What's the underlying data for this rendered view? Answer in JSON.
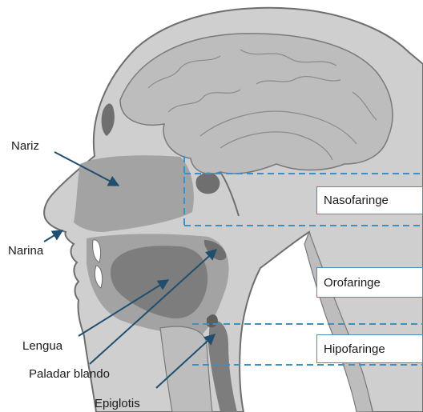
{
  "labels": {
    "nariz": "Nariz",
    "narina": "Narina",
    "lengua": "Lengua",
    "paladar_blando": "Paladar blando",
    "epiglotis": "Epiglotis"
  },
  "regions": {
    "nasofaringe": "Nasofaringe",
    "orofaringe": "Orofaringe",
    "hipofaringe": "Hipofaringe"
  },
  "colors": {
    "skin": "#cfcfcf",
    "outline": "#6e6e6e",
    "brain": "#bdbdbd",
    "cavity": "#a3a3a3",
    "dark_cavity": "#7d7d7d",
    "arrow": "#1f4e6e",
    "dashed": "#3f8fc0"
  }
}
